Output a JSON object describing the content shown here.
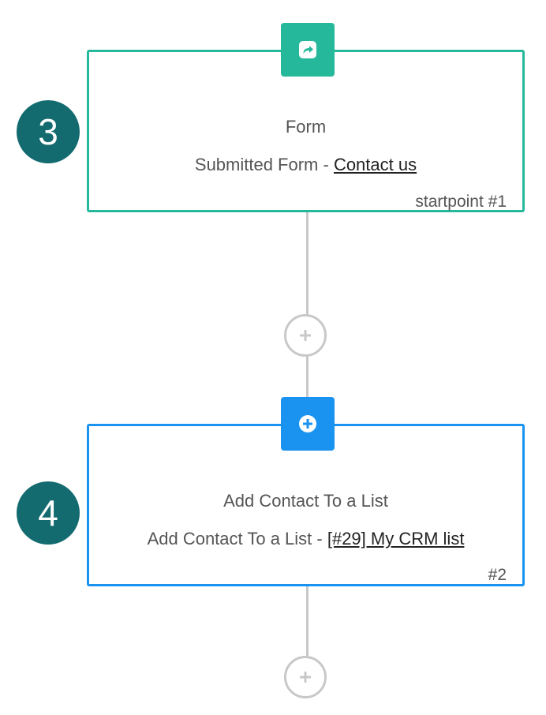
{
  "colors": {
    "trigger": "#26b89a",
    "action": "#1a93f0",
    "badge": "#136b70",
    "connector": "#c8c8c8"
  },
  "steps": [
    {
      "badge": "3",
      "icon": "share-arrow-icon",
      "title": "Form",
      "desc_prefix": "Submitted Form - ",
      "desc_link": "Contact us",
      "id_label": "startpoint #1"
    },
    {
      "badge": "4",
      "icon": "plus-circle-icon",
      "title": "Add Contact To a List",
      "desc_prefix": "Add Contact To a List - ",
      "desc_link": "[#29] My CRM list",
      "id_label": "#2"
    }
  ],
  "add_step": {
    "icon": "plus-icon"
  }
}
